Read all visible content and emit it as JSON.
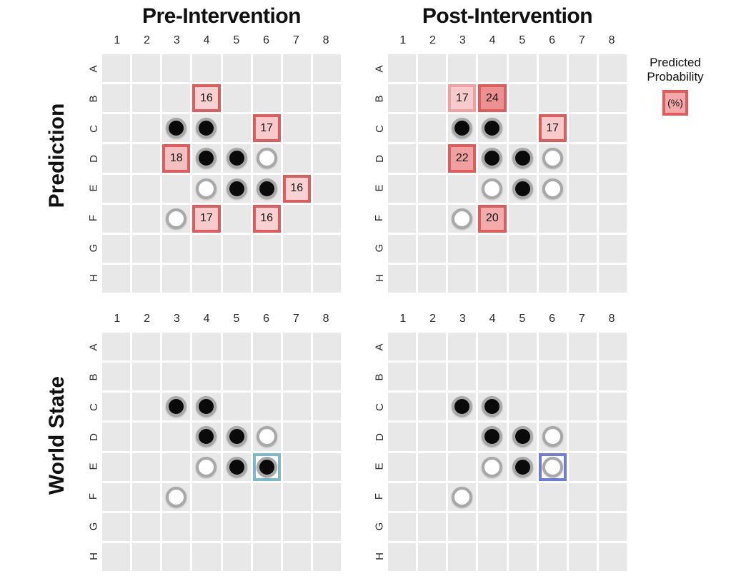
{
  "chart_data": {
    "type": "heatmap",
    "description": "Four 8x8 Othello board panels: model prediction (top) and world state (bottom), pre- and post-intervention",
    "column_titles": [
      "Pre-Intervention",
      "Post-Intervention"
    ],
    "row_titles": [
      "Prediction",
      "World State"
    ],
    "axes": {
      "columns": [
        "1",
        "2",
        "3",
        "4",
        "5",
        "6",
        "7",
        "8"
      ],
      "rows": [
        "A",
        "B",
        "C",
        "D",
        "E",
        "F",
        "G",
        "H"
      ]
    },
    "legend": {
      "title_line1": "Predicted",
      "title_line2": "Probability",
      "box_label": "(%)",
      "box_fill": "#f2a9a9",
      "box_border": "#e05c5c"
    },
    "value_colors": {
      "16": "#f8d2d2",
      "17": "#f7cbcb",
      "18": "#f5c0c0",
      "20": "#f2acac",
      "22": "#efa1a1",
      "24": "#ec9191"
    },
    "style_colors": {
      "cell": "#e8e8e8",
      "prob_border": "#e05c5c",
      "prob_border_light": "#efa0a0",
      "disc_ring": "#a8a8a8",
      "highlight_pre": "#7db8ce",
      "highlight_post": "#6e7ade"
    },
    "panels": [
      {
        "id": "prediction-pre",
        "column_title": "Pre-Intervention",
        "row_title": "Prediction",
        "black_discs": [
          "C3",
          "C4",
          "D4",
          "D5",
          "E5",
          "E6"
        ],
        "white_discs": [
          "D6",
          "E4",
          "F3"
        ],
        "prob_boxes": [
          {
            "cell": "B4",
            "value": 16
          },
          {
            "cell": "C6",
            "value": 17
          },
          {
            "cell": "D3",
            "value": 18
          },
          {
            "cell": "E7",
            "value": 16
          },
          {
            "cell": "F4",
            "value": 17
          },
          {
            "cell": "F6",
            "value": 16
          }
        ],
        "highlight": null
      },
      {
        "id": "prediction-post",
        "column_title": "Post-Intervention",
        "row_title": "Prediction",
        "black_discs": [
          "C3",
          "C4",
          "D4",
          "D5",
          "E5"
        ],
        "white_discs": [
          "D6",
          "E4",
          "E6",
          "F3"
        ],
        "prob_boxes": [
          {
            "cell": "B3",
            "value": 17,
            "light_border": true
          },
          {
            "cell": "B4",
            "value": 24
          },
          {
            "cell": "C6",
            "value": 17
          },
          {
            "cell": "D3",
            "value": 22
          },
          {
            "cell": "F4",
            "value": 20
          }
        ],
        "highlight": null
      },
      {
        "id": "world-state-pre",
        "column_title": "Pre-Intervention",
        "row_title": "World State",
        "black_discs": [
          "C3",
          "C4",
          "D4",
          "D5",
          "E5",
          "E6"
        ],
        "white_discs": [
          "D6",
          "E4",
          "F3"
        ],
        "prob_boxes": [],
        "highlight": {
          "cell": "E6",
          "color": "#7db8ce"
        }
      },
      {
        "id": "world-state-post",
        "column_title": "Post-Intervention",
        "row_title": "World State",
        "black_discs": [
          "C3",
          "C4",
          "D4",
          "D5",
          "E5"
        ],
        "white_discs": [
          "D6",
          "E4",
          "E6",
          "F3"
        ],
        "prob_boxes": [],
        "highlight": {
          "cell": "E6",
          "color": "#6e7ade"
        }
      }
    ]
  }
}
